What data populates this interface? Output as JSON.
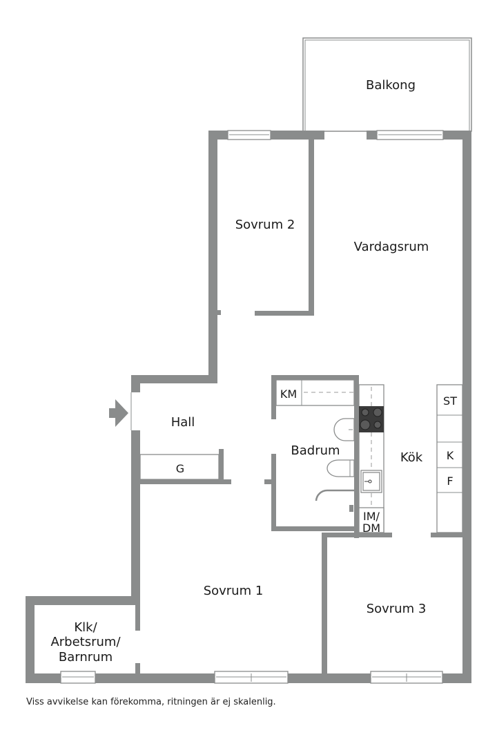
{
  "floorplan": {
    "rooms": {
      "balkong": "Balkong",
      "sovrum2": "Sovrum 2",
      "vardagsrum": "Vardagsrum",
      "hall": "Hall",
      "badrum": "Badrum",
      "kok": "Kök",
      "sovrum1": "Sovrum 1",
      "sovrum3": "Sovrum 3",
      "klk_line1": "Klk/",
      "klk_line2": "Arbetsrum/",
      "klk_line3": "Barnrum"
    },
    "fixtures": {
      "km": "KM",
      "g": "G",
      "st": "ST",
      "k": "K",
      "f": "F",
      "im": "IM/",
      "dm": "DM"
    },
    "colors": {
      "wall": "#8a8c8c",
      "stove": "#3a3a3a"
    }
  },
  "footer": {
    "disclaimer": "Viss avvikelse kan förekomma, ritningen är ej skalenlig."
  }
}
